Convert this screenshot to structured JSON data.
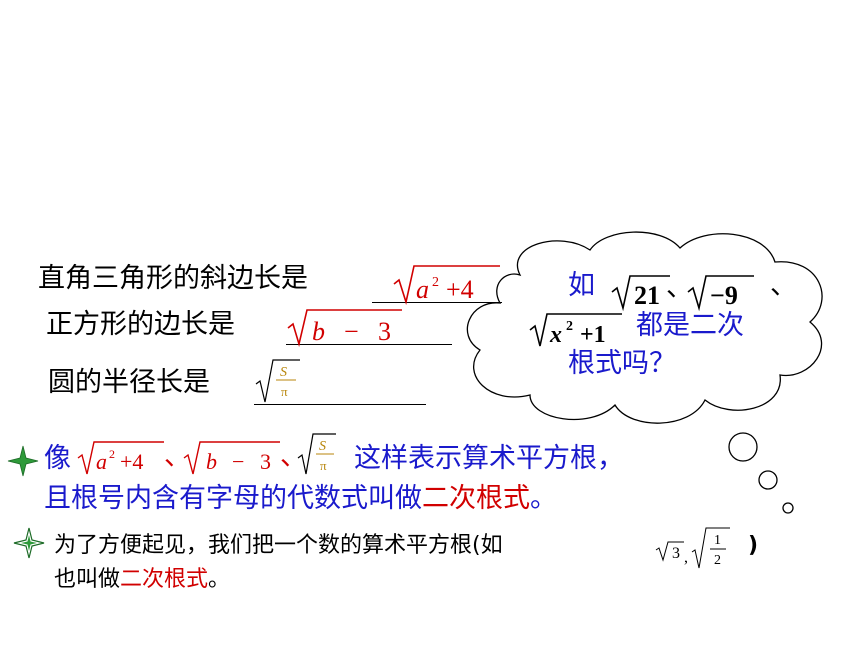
{
  "questions": {
    "q1_label": "直角三角形的斜边长是",
    "q2_label": "正方形的边长是",
    "q3_label": "圆的半径长是"
  },
  "math": {
    "a": "a",
    "exp2": "2",
    "plus4": "+4",
    "b": "b",
    "minus": "−",
    "three": "3",
    "S": "S",
    "pi": "π",
    "n21": "21",
    "neg9": "−9",
    "x": "x",
    "plus1": "+1",
    "sqrt3_inner": "3",
    "comma": ",",
    "one": "1",
    "two": "2"
  },
  "cloud": {
    "ru": "如",
    "dun1": "、",
    "dun2": "、",
    "are_they": "都是二次",
    "radical_q": "根式吗？"
  },
  "definition": {
    "xiang": "像",
    "dun": "、",
    "line1_rest": "这样表示算术平方根，",
    "line2_prefix": "且根号内含有字母的代数式叫做",
    "term": "二次根式",
    "period": "。"
  },
  "note": {
    "line1_prefix": "为了方便起见，我们把一个数的算术平方根(如",
    "close_paren": ")",
    "line2_prefix": "也叫做",
    "term": "二次根式",
    "period": "。"
  },
  "colors": {
    "red": "#d10000",
    "blue": "#1a1acc",
    "sparkle": "#2e9a3a",
    "fraction_gold": "#b8860b"
  },
  "icons": [
    "sparkle-icon",
    "thought-cloud"
  ]
}
